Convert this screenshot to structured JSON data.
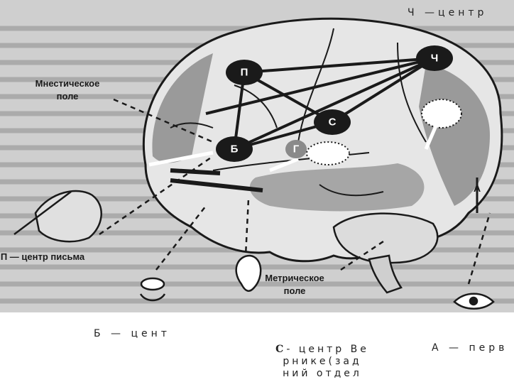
{
  "diagram": {
    "nodes": [
      {
        "id": "P",
        "label": "П"
      },
      {
        "id": "B",
        "label": "Б"
      },
      {
        "id": "S",
        "label": "С"
      },
      {
        "id": "Ch",
        "label": "Ч"
      },
      {
        "id": "G",
        "label": "Г"
      },
      {
        "id": "A",
        "label": "А"
      }
    ],
    "field_labels": {
      "mnestic_1": "Мнестическое",
      "mnestic_2": "поле",
      "metric_1": "Метрическое",
      "metric_2": "поле",
      "writing_center": "П — центр письма"
    }
  },
  "captions": {
    "ch_center": "Ч —центр",
    "b_center": "Б — цент",
    "s_letter": "С",
    "s_line1": "- центр Ве",
    "s_line2": "рнике(зад",
    "s_line3": "ний отдел",
    "a_center": "А — перв"
  },
  "colors": {
    "ink": "#1a1a1a",
    "shade": "#9a9a9a",
    "paper": "#d9d9d9",
    "text_background": "#b8b8b8"
  }
}
